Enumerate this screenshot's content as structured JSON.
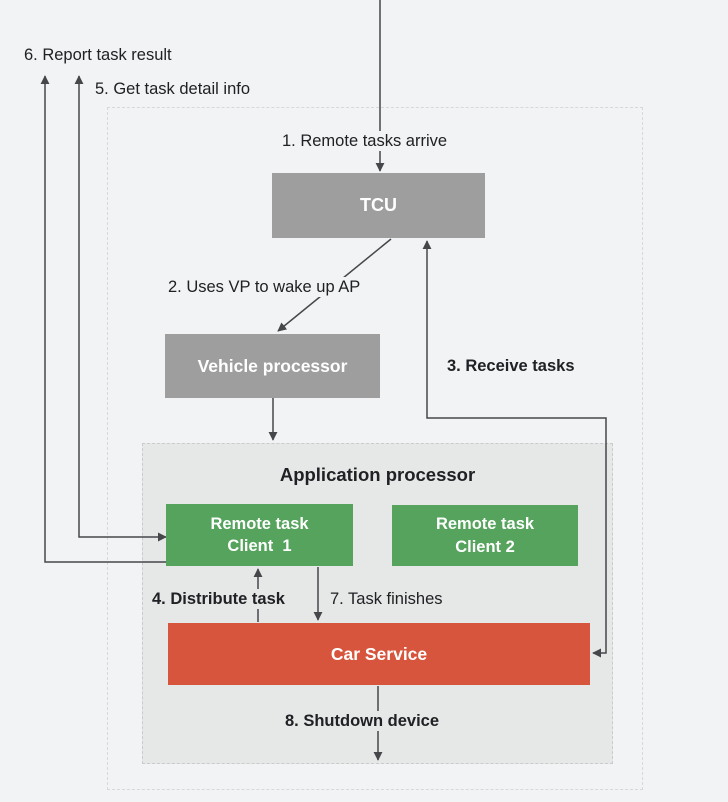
{
  "colors": {
    "page_bg": "#f1f3f4",
    "panel_bg": "#e6e7e7",
    "gray_box": "#9e9e9e",
    "green_box": "#55a35c",
    "red_box": "#d7553c",
    "line_color": "#45474a",
    "text_color": "#202124"
  },
  "nodes": {
    "tcu": "TCU",
    "vehicle_processor": "Vehicle processor",
    "application_processor_title": "Application processor",
    "client1_line1": "Remote task",
    "client1_line2": "Client  1",
    "client2_line1": "Remote task",
    "client2_line2": "Client 2",
    "car_service": "Car Service"
  },
  "steps": {
    "s1": "1. Remote tasks arrive",
    "s2": "2. Uses VP to wake up AP",
    "s3": "3. Receive tasks",
    "s4": "4. Distribute task",
    "s5": "5. Get task detail info",
    "s6": "6. Report task result",
    "s7": "7. Task finishes",
    "s8": "8. Shutdown device"
  }
}
